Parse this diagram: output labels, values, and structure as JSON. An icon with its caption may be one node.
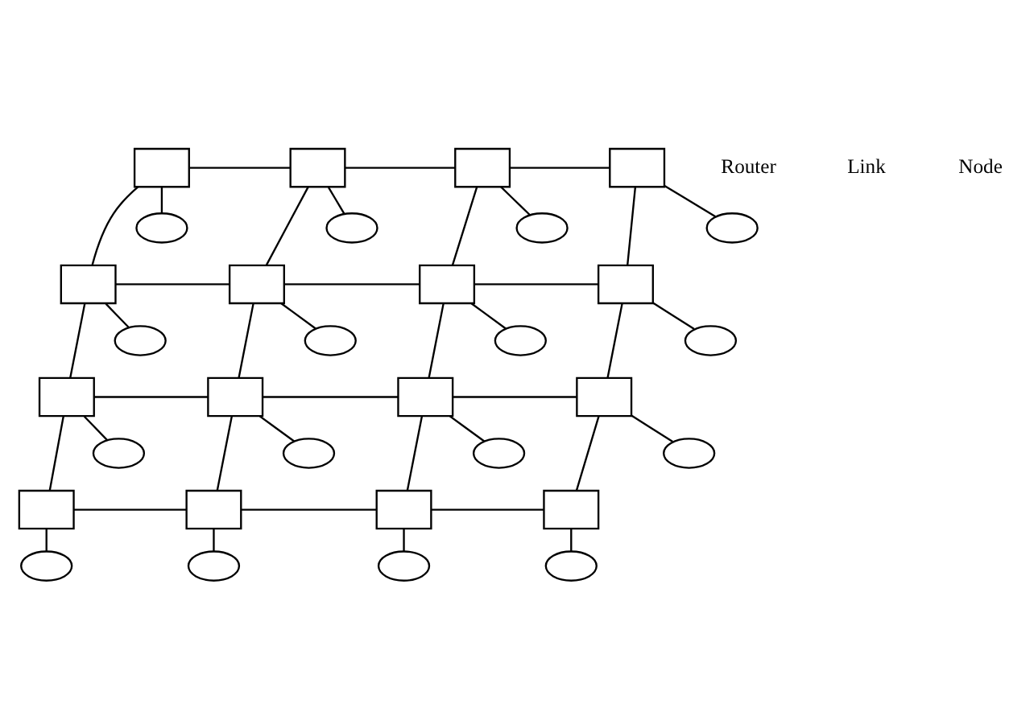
{
  "diagram": {
    "nodes": [
      {
        "text": [],
        "shape": "box"
      },
      {
        "text": [],
        "shape": "box"
      },
      {
        "text": [],
        "shape": "box"
      },
      {
        "text": [],
        "shape": "box"
      },
      {
        "text": [],
        "shape": "box"
      },
      {
        "text": [],
        "shape": "box"
      },
      {
        "text": [],
        "shape": "box"
      },
      {
        "text": [],
        "shape": "box"
      },
      {
        "text": [],
        "shape": "box"
      },
      {
        "text": [],
        "shape": "box"
      },
      {
        "text": [],
        "shape": "box"
      },
      {
        "text": [],
        "shape": "box"
      },
      {
        "text": [],
        "shape": "box"
      },
      {
        "text": [],
        "shape": "box"
      },
      {
        "text": [],
        "shape": "box"
      },
      {
        "text": [],
        "shape": "box"
      },
      {
        "text": [],
        "shape": "ellipse"
      },
      {
        "text": [],
        "shape": "ellipse"
      },
      {
        "text": [],
        "shape": "ellipse"
      },
      {
        "text": [],
        "shape": "ellipse"
      },
      {
        "text": [],
        "shape": "ellipse"
      },
      {
        "text": [],
        "shape": "ellipse"
      },
      {
        "text": [],
        "shape": "ellipse"
      },
      {
        "text": [],
        "shape": "ellipse"
      },
      {
        "text": [],
        "shape": "ellipse"
      },
      {
        "text": [],
        "shape": "ellipse"
      },
      {
        "text": [],
        "shape": "ellipse"
      },
      {
        "text": [],
        "shape": "ellipse"
      },
      {
        "text": [],
        "shape": "ellipse"
      },
      {
        "text": [],
        "shape": "ellipse"
      },
      {
        "text": [],
        "shape": "ellipse"
      },
      {
        "text": [],
        "shape": "ellipse"
      }
    ],
    "edges": [
      {
        "from": 0,
        "to": 1,
        "arrow": "none"
      },
      {
        "from": 1,
        "to": 2,
        "arrow": "none"
      },
      {
        "from": 2,
        "to": 3,
        "arrow": "none"
      },
      {
        "from": 4,
        "to": 5,
        "arrow": "none"
      },
      {
        "from": 5,
        "to": 6,
        "arrow": "none"
      },
      {
        "from": 6,
        "to": 7,
        "arrow": "none"
      },
      {
        "from": 8,
        "to": 9,
        "arrow": "none"
      },
      {
        "from": 9,
        "to": 10,
        "arrow": "none"
      },
      {
        "from": 10,
        "to": 11,
        "arrow": "none"
      },
      {
        "from": 12,
        "to": 13,
        "arrow": "none"
      },
      {
        "from": 13,
        "to": 14,
        "arrow": "none"
      },
      {
        "from": 14,
        "to": 15,
        "arrow": "none"
      },
      {
        "from": 0,
        "to": 4,
        "arrow": "none"
      },
      {
        "from": 1,
        "to": 5,
        "arrow": "none"
      },
      {
        "from": 2,
        "to": 6,
        "arrow": "none"
      },
      {
        "from": 3,
        "to": 7,
        "arrow": "none"
      },
      {
        "from": 4,
        "to": 8,
        "arrow": "none"
      },
      {
        "from": 5,
        "to": 9,
        "arrow": "none"
      },
      {
        "from": 6,
        "to": 10,
        "arrow": "none"
      },
      {
        "from": 7,
        "to": 11,
        "arrow": "none"
      },
      {
        "from": 8,
        "to": 12,
        "arrow": "none"
      },
      {
        "from": 9,
        "to": 13,
        "arrow": "none"
      },
      {
        "from": 10,
        "to": 14,
        "arrow": "none"
      },
      {
        "from": 11,
        "to": 15,
        "arrow": "none"
      },
      {
        "from": 0,
        "to": 16,
        "arrow": "none"
      },
      {
        "from": 1,
        "to": 17,
        "arrow": "none"
      },
      {
        "from": 2,
        "to": 18,
        "arrow": "none"
      },
      {
        "from": 3,
        "to": 19,
        "arrow": "none"
      },
      {
        "from": 4,
        "to": 20,
        "arrow": "none"
      },
      {
        "from": 5,
        "to": 21,
        "arrow": "none"
      },
      {
        "from": 6,
        "to": 22,
        "arrow": "none"
      },
      {
        "from": 7,
        "to": 23,
        "arrow": "none"
      },
      {
        "from": 8,
        "to": 24,
        "arrow": "none"
      },
      {
        "from": 9,
        "to": 25,
        "arrow": "none"
      },
      {
        "from": 10,
        "to": 26,
        "arrow": "none"
      },
      {
        "from": 11,
        "to": 27,
        "arrow": "none"
      },
      {
        "from": 12,
        "to": 28,
        "arrow": "none"
      },
      {
        "from": 13,
        "to": 29,
        "arrow": "none"
      },
      {
        "from": 14,
        "to": 30,
        "arrow": "none"
      },
      {
        "from": 15,
        "to": 31,
        "arrow": "none"
      }
    ],
    "labels": [
      "Router",
      "Link",
      "Node"
    ]
  }
}
